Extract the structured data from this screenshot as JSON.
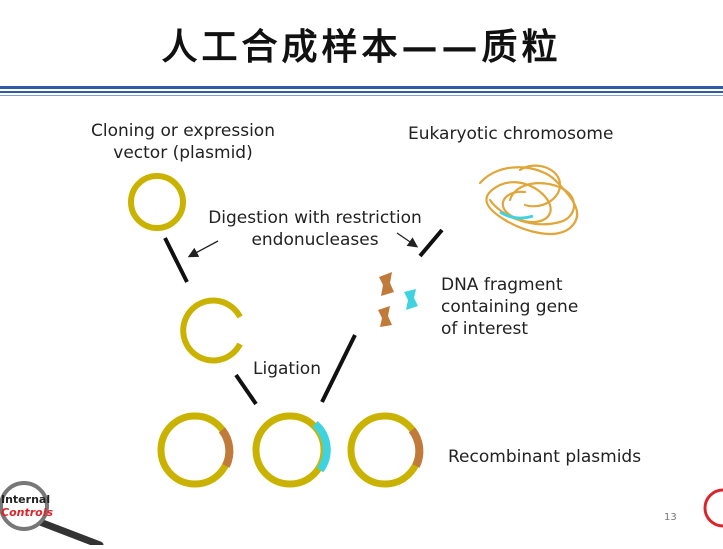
{
  "slide": {
    "title": "人工合成样本——质粒",
    "page_number": "13"
  },
  "labels": {
    "vector_line1": "Cloning or expression",
    "vector_line2": "vector (plasmid)",
    "chromosome": "Eukaryotic chromosome",
    "digestion_line1": "Digestion with restriction",
    "digestion_line2": "endonucleases",
    "fragment_line1": "DNA fragment",
    "fragment_line2": "containing gene",
    "fragment_line3": "of interest",
    "ligation": "Ligation",
    "recombinant": "Recombinant plasmids"
  },
  "logo": {
    "line1": "Internal",
    "line2": "Controls"
  },
  "colors": {
    "plasmid": "#c9b300",
    "insert_brown": "#c07a3a",
    "insert_cyan": "#3fd3df",
    "rule_blue": "#2f5aa8",
    "logo_red": "#d8262c"
  }
}
